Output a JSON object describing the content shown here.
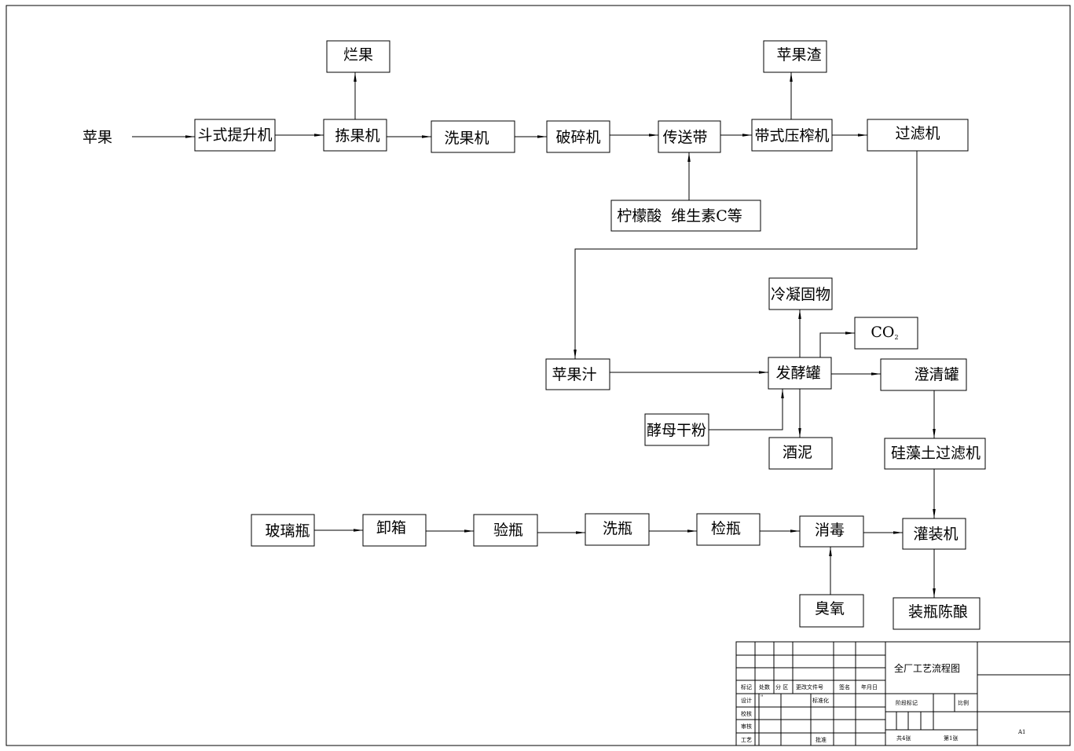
{
  "source_label": "苹果",
  "nodes": {
    "lanrguo": "烂果",
    "douShi": "斗式提升机",
    "jianGuo": "拣果机",
    "xiGuo": "洗果机",
    "poSui": "破碎机",
    "chuanSong": "传送带",
    "daiShi": "带式压榨机",
    "guoLv": "过滤机",
    "pingGuoZha": "苹果渣",
    "ningMeng": "柠檬酸  维生素C等",
    "pingGuoZhi": "苹果汁",
    "lengNing": "冷凝固物",
    "co2": "CO",
    "co2_sub": "2",
    "faJiao": "发酵罐",
    "chengQing": "澄清罐",
    "jiaoMu": "酵母干粉",
    "jiuNi": "酒泥",
    "guiZao": "硅藻土过滤机",
    "boLi": "玻璃瓶",
    "xieXiang": "卸箱",
    "yanPing": "验瓶",
    "xiPing": "洗瓶",
    "jianPing": "检瓶",
    "xiaoDu": "消毒",
    "guanZhuang": "灌装机",
    "chouYang": "臭氧",
    "zhuangPing": "装瓶陈酿"
  },
  "title_block": {
    "drawing_title": "全厂工艺流程图",
    "h_biaoji": "标记",
    "h_chushu": "处数",
    "h_fenqu": "分 区",
    "h_genggai": "更改文件号",
    "h_qianming": "签名",
    "h_nianyueri": "年月日",
    "r_sheji": "设计",
    "r_biaozhunhua": "标准化",
    "r_jiaohe": "校核",
    "r_shenhe": "审核",
    "r_gongyi": "工艺",
    "r_pizhun": "批准",
    "jieduan": "阶段标记",
    "bili": "比例",
    "total_sheets": "共4张",
    "sheet_no": "第1张",
    "size": "A1",
    "mark": "\""
  }
}
